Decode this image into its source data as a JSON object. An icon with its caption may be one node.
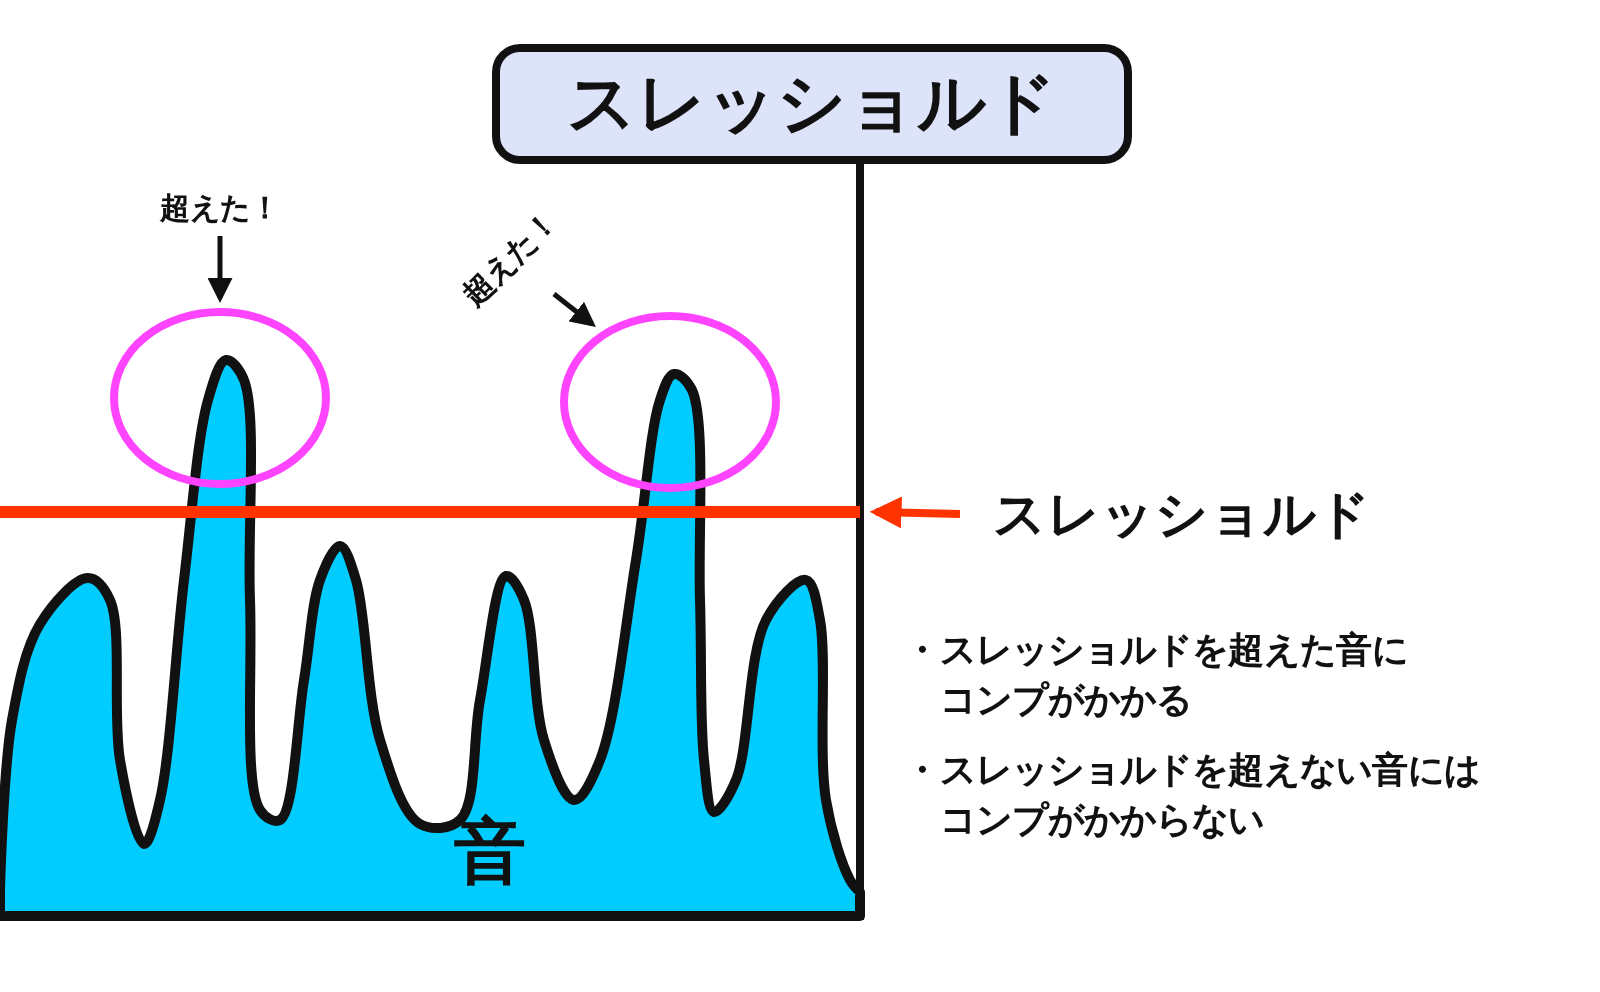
{
  "diagram": {
    "nodes": [
      {
        "text": [
          "スレッショルド"
        ]
      },
      {
        "text": [
          "超えた！"
        ]
      },
      {
        "text": [],
        "shape": "circle"
      },
      {
        "text": [
          "超えた！"
        ]
      },
      {
        "text": [],
        "shape": "circle"
      },
      {
        "text": [
          "スレッショルド"
        ]
      },
      {
        "text": [],
        "shape": "line"
      }
    ],
    "edges": [
      {
        "from": 1,
        "to": 2,
        "arrow": "to"
      },
      {
        "from": 3,
        "to": 4,
        "arrow": "to"
      },
      {
        "from": 5,
        "to": 6,
        "arrow": "to",
        "color": "#ff3300"
      }
    ],
    "labels": [
      "音",
      "・スレッショルドを超えた音にコンプがかかる",
      "・スレッショルドを超えない音にはコンプがかからない"
    ]
  }
}
